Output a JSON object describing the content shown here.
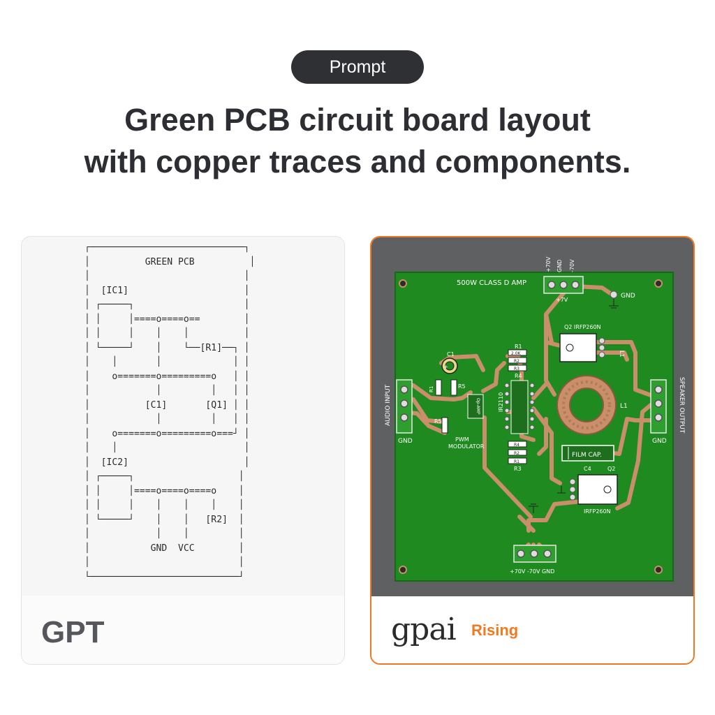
{
  "prompt_label": "Prompt",
  "title_line1": "Green PCB circuit board layout",
  "title_line2": "with copper traces and components.",
  "left_card": {
    "label": "GPT",
    "ascii_art": "┌────────────────────────────┐\n│          GREEN PCB          │\n│                            │\n│  [IC1]                     │\n│ ┌─────┐                    │\n│ │     │====o====o==        │\n│ │     │    │    │          │\n│ └─────┘    │    └──[R1]──┐ │\n│    │       │             │ │\n│    o=======o=========o   │ │\n│            │         │   │ │\n│          [C1]       [Q1] │ │\n│            │         │   │ │\n│    o=======o=========o===┘ │\n│    │                       │\n│  [IC2]                     │\n│ ┌─────┐                   │\n│ │     │====o====o====o    │\n│ │     │    │    │    │    │\n│ └─────┘    │    │   [R2]  │\n│            │    │         │\n│           GND  VCC        │\n│                           │\n└───────────────────────────┘"
  },
  "right_card": {
    "brand": "gpai",
    "badge": "Rising",
    "pcb": {
      "board_title": "500W CLASS D AMP",
      "top_conn_label_1": "+70V",
      "top_conn_label_2": "GND",
      "top_conn_label_3": "-70V",
      "top_conn_bottom": "+7V",
      "gnd_label_top": "GND",
      "q2_top_label": "Q2  IRFP260N",
      "l1_label": "L1",
      "c1_label": "C1",
      "r1_label": "R1",
      "r1_value": "2.0K",
      "r2_label": "R2",
      "r3_label": "R3",
      "r4_label": "R4",
      "r5_label": "R5",
      "r5_label_b": "R5",
      "r1_small": "R1",
      "ic_label": "IR2110",
      "opamp_label": "Op-AMP",
      "pwm_label_1": "PWM",
      "pwm_label_2": "MODULATOR",
      "audio_input": "AUDIO INPUT",
      "gnd_left": "GND",
      "speaker_output": "SPEAKER OUTPUT",
      "gnd_right": "GND",
      "l1_coil_label": "L1",
      "film_cap": "FILM CAP.",
      "c4_label": "C4",
      "q2_bottom_label": "Q2",
      "q2_bottom_part": "IRFP260N",
      "r4_b": "R4",
      "r2_b": "R2",
      "r1_b": "R1",
      "r3_b": "R3",
      "bottom_conn": "+70V -70V GND",
      "colors": {
        "board": "#1f8a1f",
        "copper": "#c98f6a",
        "outer": "#5f6062"
      }
    }
  }
}
